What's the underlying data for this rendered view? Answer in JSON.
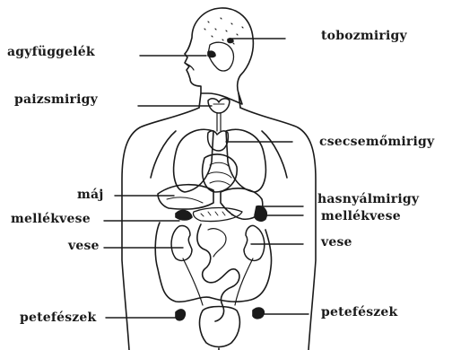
{
  "diagram": {
    "labels": {
      "agyfuggelek": "agyfüggelék",
      "paizsmirigy": "paizsmirigy",
      "maj": "máj",
      "mellekvese_left": "mellékvese",
      "vese_left": "vese",
      "petefeszek_left": "petefészek",
      "tobozmirigy": "tobozmirigy",
      "csecsemomirigy": "csecsemőmirigy",
      "hasnyalmirigy": "hasnyálmirigy",
      "mellekvese_right": "mellékvese",
      "vese_right": "vese",
      "petefeszek_right": "petefészek"
    },
    "colors": {
      "ink": "#1a1a1a",
      "background": "#ffffff"
    }
  }
}
